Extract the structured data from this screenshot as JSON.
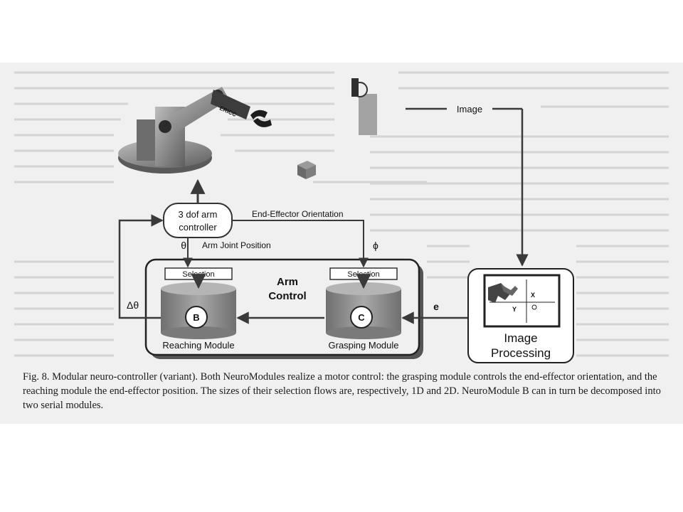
{
  "diagram": {
    "arm_controller": {
      "line1": "3 dof arm",
      "line2": "controller"
    },
    "arm_control": {
      "line1": "Arm",
      "line2": "Control"
    },
    "reaching_module": {
      "label": "Reaching Module",
      "node": "B",
      "selection": "Selection"
    },
    "grasping_module": {
      "label": "Grasping Module",
      "node": "C",
      "selection": "Selection"
    },
    "image_processing": {
      "line1": "Image",
      "line2": "Processing"
    },
    "labels": {
      "end_effector_orientation": "End-Effector Orientation",
      "theta": "θ",
      "arm_joint_position": "Arm Joint Position",
      "phi": "ϕ",
      "delta_theta": "Δθ",
      "e": "e",
      "image": "Image",
      "x_axis": "X",
      "y_axis": "Y"
    },
    "robot_logo": "ERICC"
  },
  "caption": "Fig. 8. Modular neuro-controller (variant). Both NeuroModules realize a motor control: the grasping module controls the end-effector orientation, and the reaching module the end-effector position. The sizes of their selection flows are, respectively, 1D and 2D. NeuroModule B can in turn be decomposed into two serial modules.",
  "colors": {
    "background_scan": "#f0f0f0",
    "cylinder": "#8e8e8e",
    "line": "#3a3a3a"
  }
}
